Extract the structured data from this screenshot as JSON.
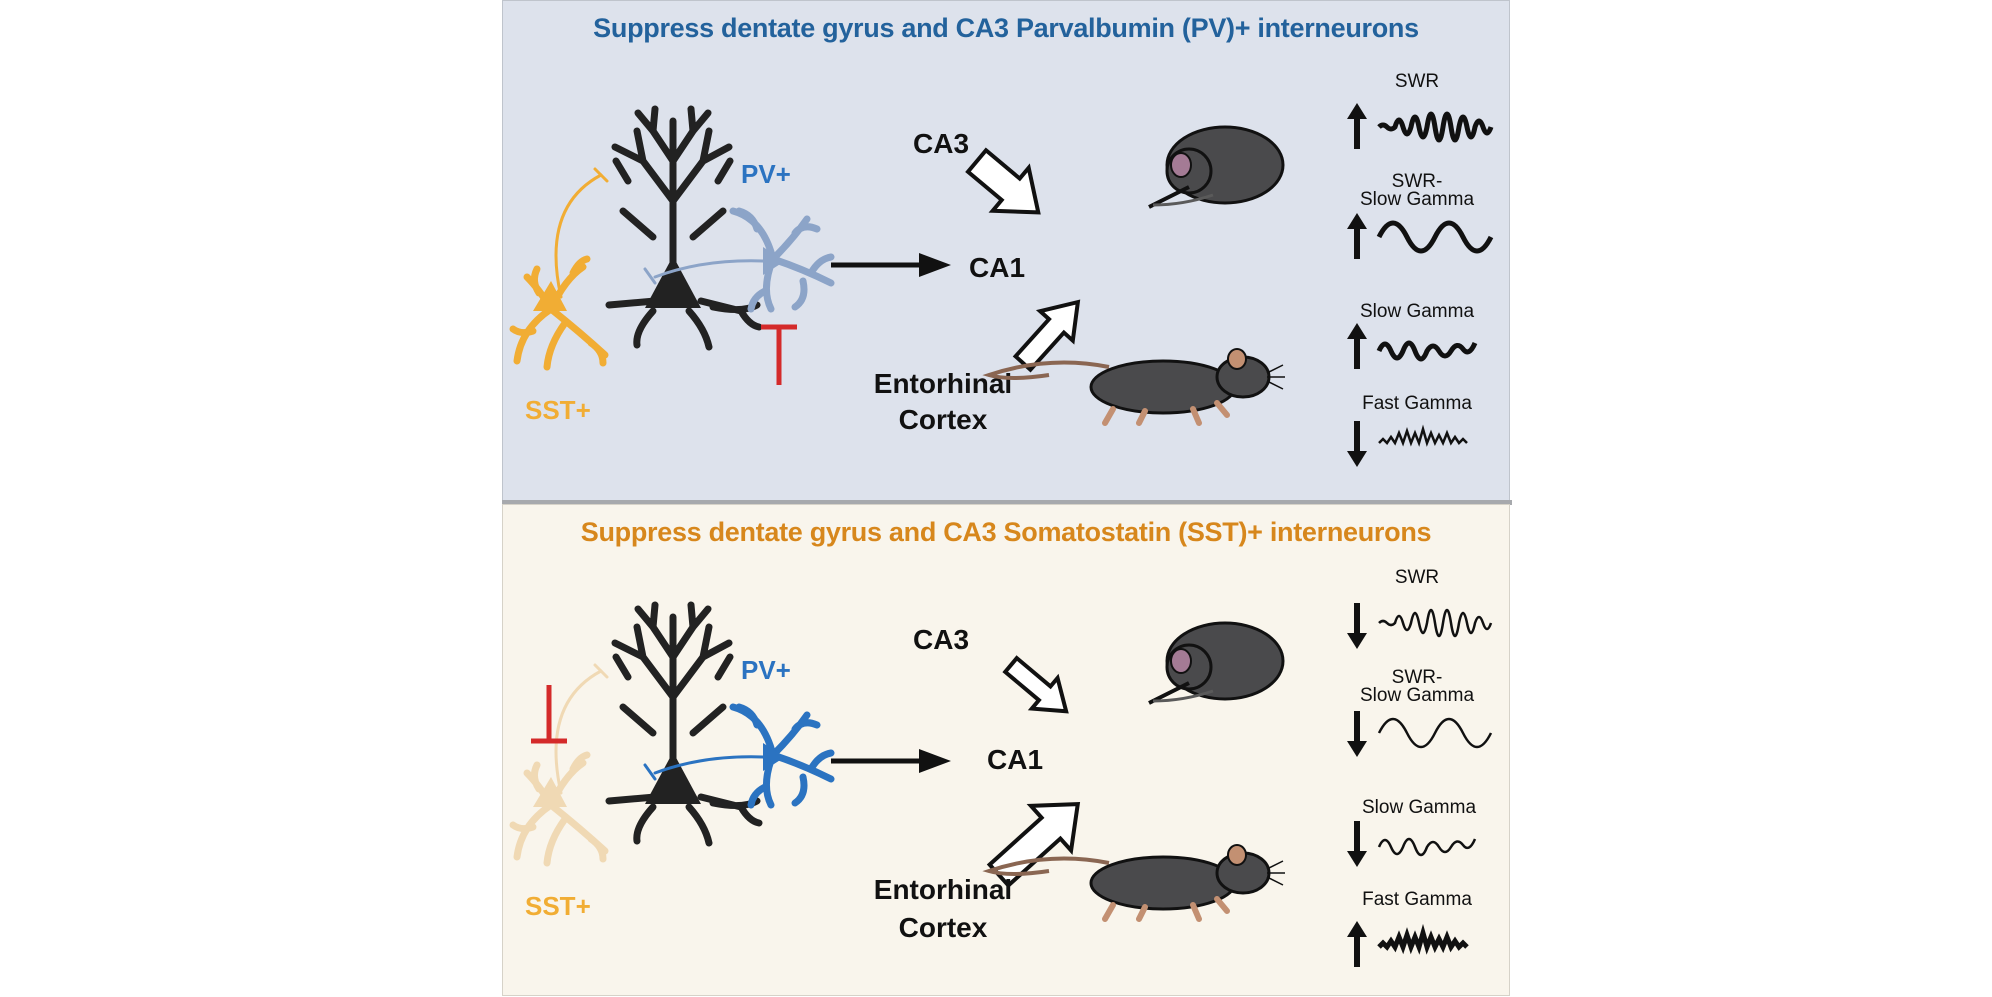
{
  "colors": {
    "pv_panel_bg": "#dde2ec",
    "sst_panel_bg": "#f9f5ec",
    "pv_title": "#23629c",
    "sst_title": "#d7871c",
    "pv_label": "#2b73c1",
    "sst_label": "#f1ad34",
    "inhibition": "#d42a2a"
  },
  "panels": [
    {
      "title": "Suppress dentate gyrus and CA3 Parvalbumin (PV)+ interneurons",
      "pv_label": "PV+",
      "sst_label": "SST+",
      "suppressed": "PV+",
      "regions": {
        "ca3": "CA3",
        "ca1": "CA1",
        "ec_line1": "Entorhinal",
        "ec_line2": "Cortex"
      },
      "oscillations": [
        {
          "label_line1": "SWR",
          "label_line2": "",
          "direction": "up"
        },
        {
          "label_line1": "SWR-",
          "label_line2": "Slow Gamma",
          "direction": "up"
        },
        {
          "label_line1": "Slow Gamma",
          "label_line2": "",
          "direction": "up"
        },
        {
          "label_line1": "Fast Gamma",
          "label_line2": "",
          "direction": "down"
        }
      ]
    },
    {
      "title": "Suppress dentate gyrus and CA3 Somatostatin (SST)+ interneurons",
      "pv_label": "PV+",
      "sst_label": "SST+",
      "suppressed": "SST+",
      "regions": {
        "ca3": "CA3",
        "ca1": "CA1",
        "ec_line1": "Entorhinal",
        "ec_line2": "Cortex"
      },
      "oscillations": [
        {
          "label_line1": "SWR",
          "label_line2": "",
          "direction": "down"
        },
        {
          "label_line1": "SWR-",
          "label_line2": "Slow Gamma",
          "direction": "down"
        },
        {
          "label_line1": "Slow Gamma",
          "label_line2": "",
          "direction": "down"
        },
        {
          "label_line1": "Fast Gamma",
          "label_line2": "",
          "direction": "up"
        }
      ]
    }
  ]
}
